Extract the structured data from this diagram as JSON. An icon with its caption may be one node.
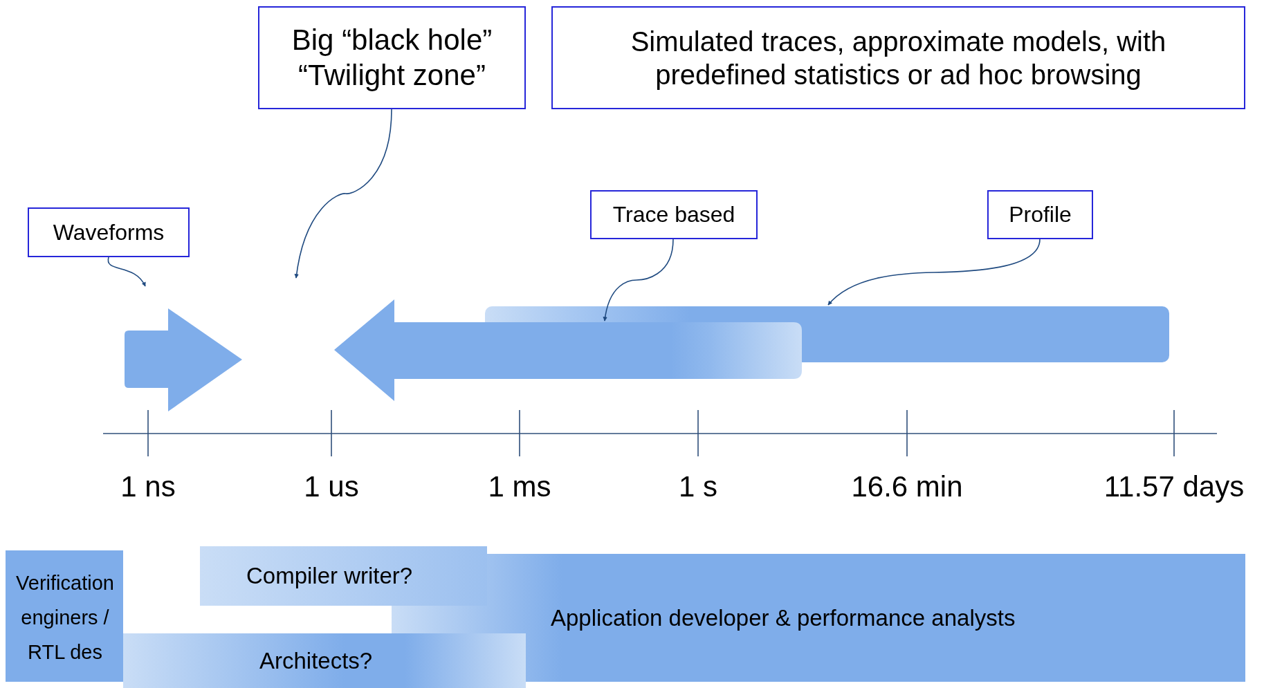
{
  "diagram": {
    "nodes": [
      {
        "text": [
          "Big “black hole”",
          "“Twilight zone”"
        ]
      },
      {
        "text": [
          "Simulated traces, approximate models, with predefined statistics or ad hoc browsing"
        ]
      },
      {
        "text": [
          "Waveforms"
        ]
      },
      {
        "text": [
          "Trace based"
        ]
      },
      {
        "text": [
          "Profile"
        ]
      },
      {
        "text": [],
        "shape": "arrow"
      },
      {
        "text": [],
        "shape": "arrow"
      },
      {
        "text": [],
        "shape": "bar"
      },
      {
        "text": [
          "Verification enginers / RTL des"
        ]
      },
      {
        "text": [
          "Application developer & performance analysts"
        ]
      },
      {
        "text": [
          "Compiler writer?"
        ]
      },
      {
        "text": [
          "Architects?"
        ]
      }
    ],
    "edges": [
      {
        "from": 2,
        "to": null,
        "arrow": "to"
      },
      {
        "from": 0,
        "to": null,
        "arrow": "to"
      },
      {
        "from": 3,
        "to": 6,
        "arrow": "to"
      },
      {
        "from": 4,
        "to": 7,
        "arrow": "to"
      }
    ],
    "labels": [
      "1 ns",
      "1 us",
      "1 ms",
      "1 s",
      "16.6 min",
      "11.57 days"
    ]
  }
}
